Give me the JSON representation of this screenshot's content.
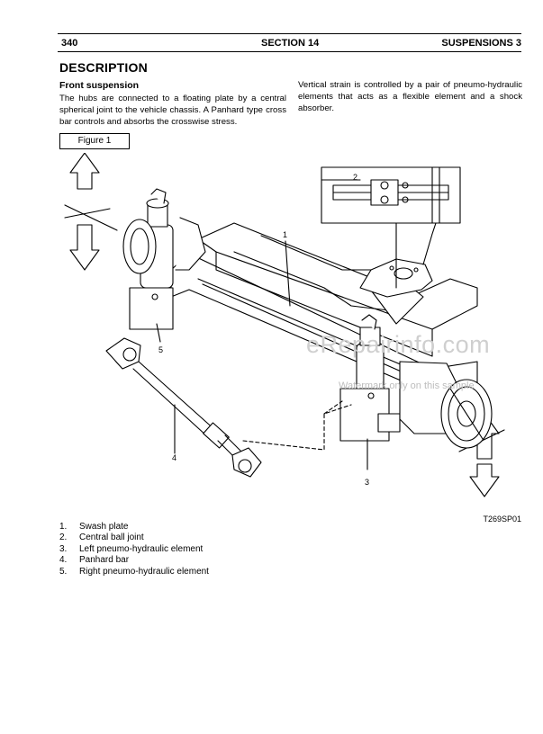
{
  "header": {
    "page_number": "340",
    "section": "SECTION 14",
    "chapter": "SUSPENSIONS  3"
  },
  "title": "DESCRIPTION",
  "subtitle": "Front suspension",
  "paragraph_left": "The hubs are connected to a floating plate by a central spherical joint to the vehicle chassis. A Panhard type cross bar controls and absorbs the crosswise stress.",
  "paragraph_right": "Vertical strain is controlled by a pair of pneumo-hydraulic elements that acts as a flexible element and a shock absorber.",
  "figure_label": "Figure 1",
  "callouts": {
    "c1": "1",
    "c2": "2",
    "c3": "3",
    "c4": "4",
    "c5": "5"
  },
  "watermark": {
    "main": "eRepairinfo.com",
    "sub": "Watermark only on this sample"
  },
  "figure_code": "T269SP01",
  "legend": [
    {
      "num": "1.",
      "text": "Swash plate"
    },
    {
      "num": "2.",
      "text": "Central ball joint"
    },
    {
      "num": "3.",
      "text": "Left pneumo-hydraulic element"
    },
    {
      "num": "4.",
      "text": "Panhard bar"
    },
    {
      "num": "5.",
      "text": "Right pneumo-hydraulic element"
    }
  ]
}
